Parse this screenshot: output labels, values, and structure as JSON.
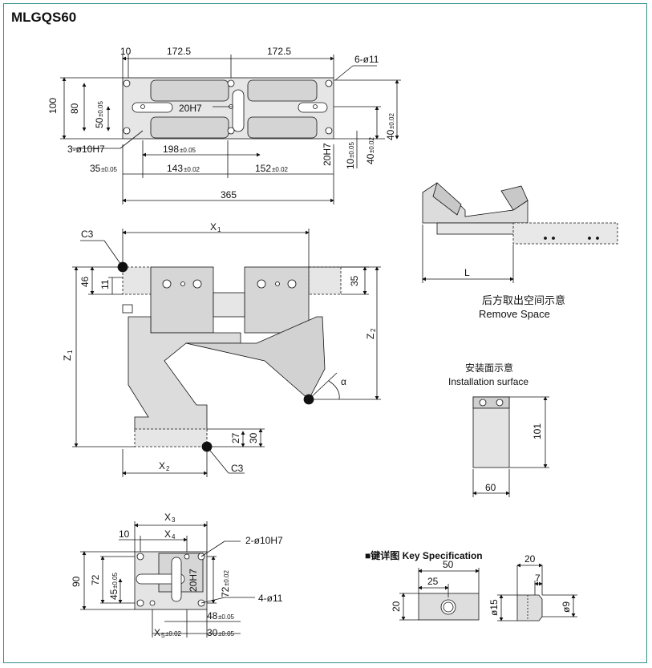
{
  "title": "MLGQS60",
  "top_view": {
    "dims": {
      "d10": "10",
      "d172a": "172.5",
      "d172b": "172.5",
      "holes6": "6-ø11",
      "d100": "100",
      "d80": "80",
      "d50": "50",
      "d50tol": "±0.05",
      "d20h7": "20H7",
      "d3holes": "3-ø10H7",
      "d20h7v": "20H7",
      "d10v": "10",
      "d10vtol": "±0.05",
      "d40a": "40",
      "d40atol": "±0.02",
      "d40b": "40",
      "d40btol": "±0.02",
      "d198": "198",
      "d198tol": "±0.05",
      "d35": "35",
      "d35tol": "±0.05",
      "d143": "143",
      "d143tol": "±0.02",
      "d152": "152",
      "d152tol": "±0.02",
      "d365": "365"
    }
  },
  "front_view": {
    "labels": {
      "c3a": "C3",
      "x1": "X",
      "x1sub": "1",
      "d46": "46",
      "d11": "11",
      "d35": "35",
      "z1": "Z",
      "z1sub": "1",
      "z2": "Z",
      "z2sub": "2",
      "alpha": "α",
      "d27": "27",
      "d30": "30",
      "x2": "X",
      "x2sub": "2",
      "c3b": "C3"
    }
  },
  "remove_space": {
    "l_label": "L",
    "caption_cn": "后方取出空间示意",
    "caption_en": "Remove Space"
  },
  "install_surface": {
    "caption_cn": "安装面示意",
    "caption_en": "Installation surface",
    "d101": "101",
    "d60": "60"
  },
  "bottom_view": {
    "labels": {
      "x3": "X",
      "x3sub": "3",
      "d10": "10",
      "x4": "X",
      "x4sub": "4",
      "holes2": "2-ø10H7",
      "d90": "90",
      "d72": "72",
      "d45": "45",
      "d45tol": "±0.05",
      "d20h7": "20H7",
      "d72r": "72",
      "d72rtol": "±0.02",
      "holes4": "4-ø11",
      "d48": "48",
      "d48tol": "±0.05",
      "x5": "X",
      "x5sub": "5",
      "x5tol": "±0.02",
      "d30": "30",
      "d30tol": "±0.05"
    }
  },
  "key_spec": {
    "heading": "■键详图 Key Specification",
    "d50": "50",
    "d25": "25",
    "d20h": "20",
    "d20w": "20",
    "d7": "7",
    "d15": "ø15",
    "d9": "ø9"
  }
}
